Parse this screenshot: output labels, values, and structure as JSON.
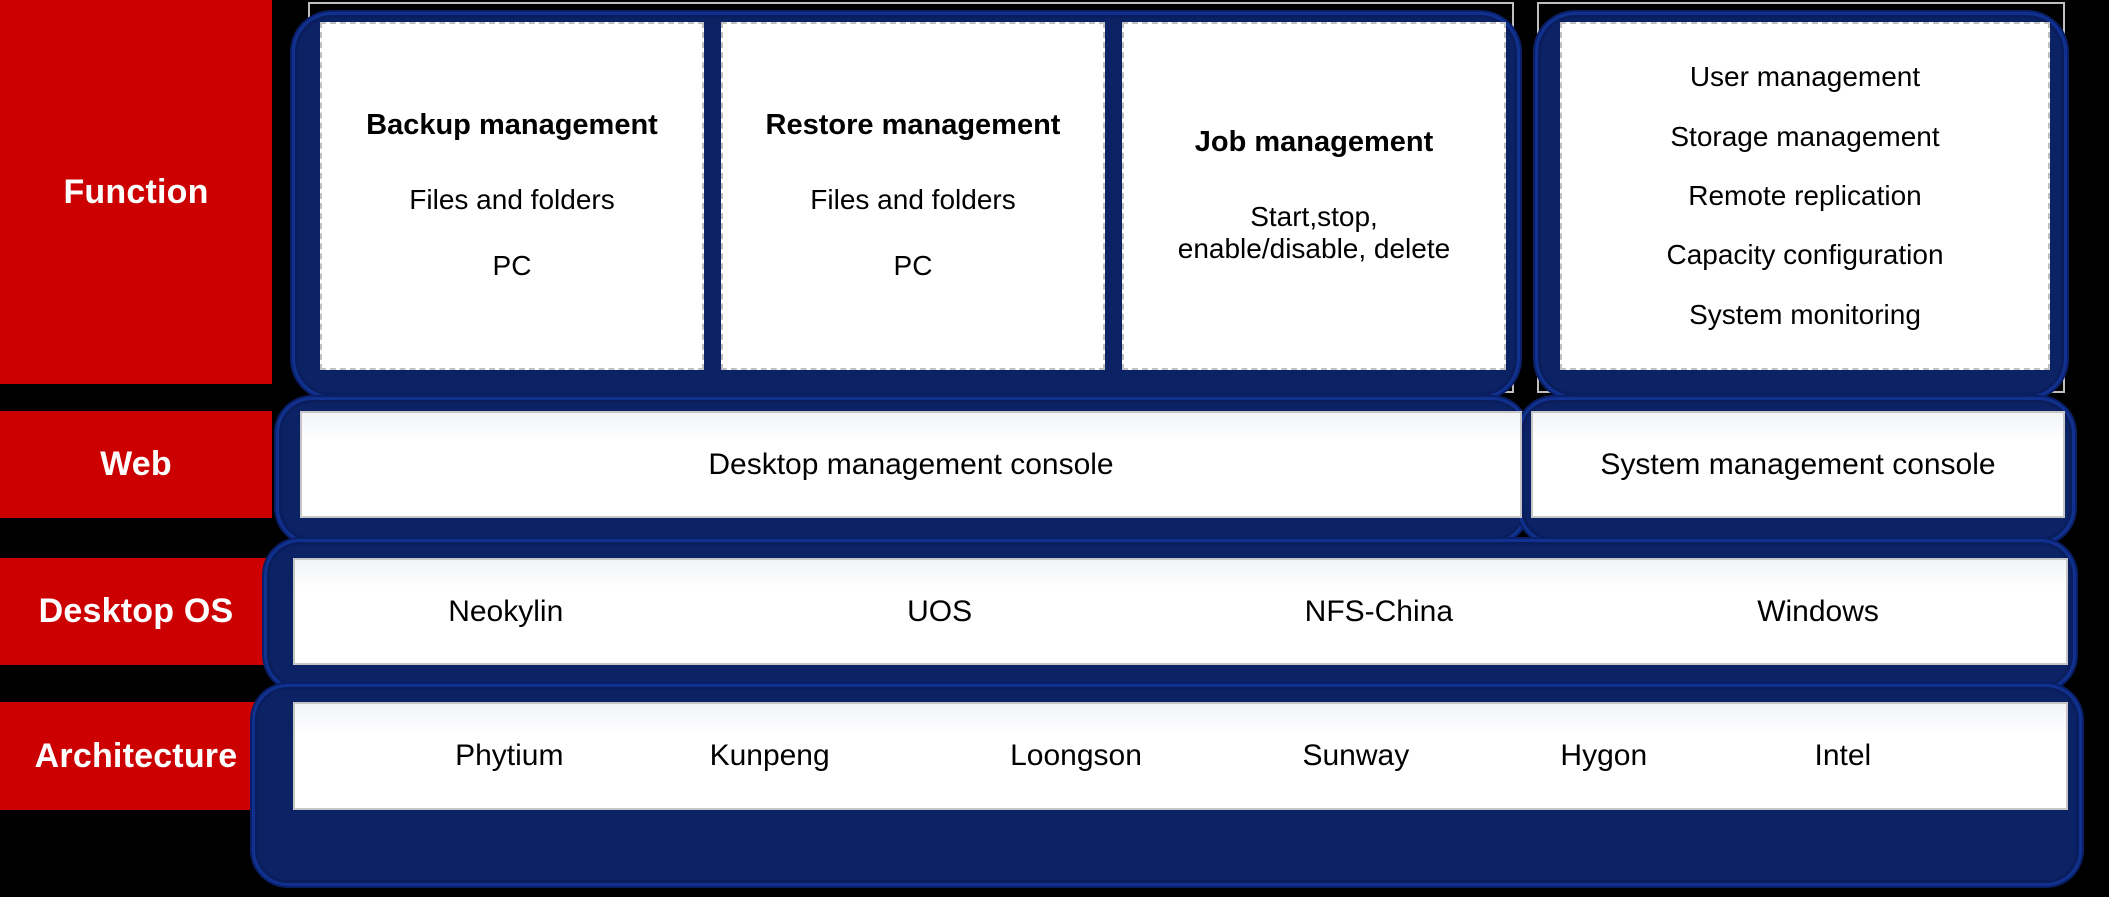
{
  "colors": {
    "label_red": "#CC0000",
    "shelf_navy": "#0B2265",
    "card_white": "#FFFFFF",
    "card_border": "#C0C0C0",
    "background": "#000000",
    "text_dark": "#000000",
    "text_light": "#FFFFFF"
  },
  "row_labels": {
    "function": "Function",
    "web": "Web",
    "desktop_os": "Desktop OS",
    "architecture": "Architecture"
  },
  "function_row": {
    "desktop_group": {
      "cards": [
        {
          "title": "Backup management",
          "lines": [
            "Files and folders",
            "PC"
          ]
        },
        {
          "title": "Restore management",
          "lines": [
            "Files and folders",
            "PC"
          ]
        },
        {
          "title": "Job management",
          "lines": [
            "Start,stop,",
            "enable/disable, delete"
          ]
        }
      ]
    },
    "system_group": {
      "card": {
        "lines": [
          "User management",
          "Storage management",
          "Remote replication",
          "Capacity configuration",
          "System monitoring"
        ]
      }
    }
  },
  "web_row": {
    "consoles": [
      {
        "label": "Desktop management console"
      },
      {
        "label": "System management console"
      }
    ]
  },
  "desktop_os_row": {
    "items": [
      {
        "label": "Neokylin"
      },
      {
        "label": "UOS"
      },
      {
        "label": "NFS-China"
      },
      {
        "label": "Windows"
      }
    ]
  },
  "architecture_row": {
    "items": [
      {
        "label": "Phytium"
      },
      {
        "label": "Kunpeng"
      },
      {
        "label": "Loongson"
      },
      {
        "label": "Sunway"
      },
      {
        "label": "Hygon"
      },
      {
        "label": "Intel"
      }
    ]
  }
}
